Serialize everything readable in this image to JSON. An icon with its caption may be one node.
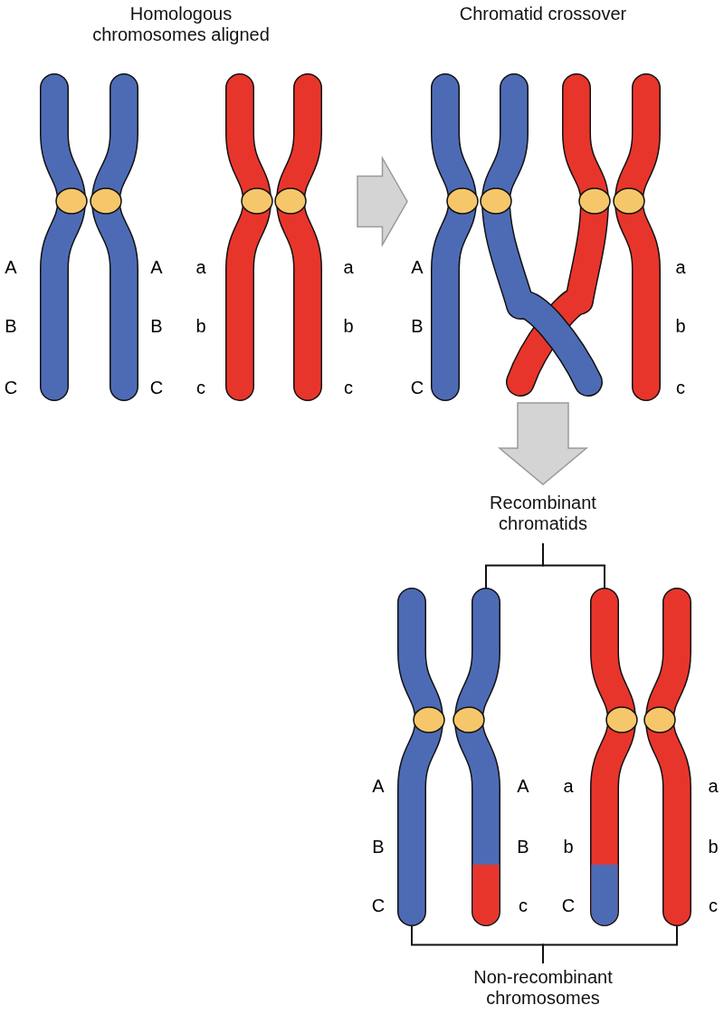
{
  "diagram": {
    "nodes": [
      {
        "text": [
          "Homologous chromosomes aligned"
        ]
      },
      {
        "text": [
          "Chromatid crossover"
        ]
      },
      {
        "text": [],
        "shape": "picture"
      },
      {
        "text": [
          "Recombinant chromatids"
        ],
        "in": 2
      },
      {
        "text": [
          "Non-recombinant chromosomes"
        ],
        "in": 2
      },
      {
        "text": [],
        "shape": "picture",
        "in": 2
      },
      {
        "text": [],
        "shape": "picture",
        "in": 2
      },
      {
        "text": [],
        "shape": "picture",
        "in": 2
      },
      {
        "text": [],
        "shape": "picture",
        "in": 2
      }
    ],
    "edges": [
      {
        "from": 0,
        "to": 1,
        "arrow": "to"
      },
      {
        "from": 1,
        "to": 2,
        "arrow": "to"
      },
      {
        "from": 3,
        "to": 6,
        "arrow": "none"
      },
      {
        "from": 3,
        "to": 7,
        "arrow": "none"
      },
      {
        "from": 4,
        "to": 5,
        "arrow": "none"
      },
      {
        "from": 4,
        "to": 8,
        "arrow": "none"
      }
    ],
    "labels": [
      "A",
      "B",
      "C",
      "A",
      "B",
      "C",
      "a",
      "b",
      "c",
      "a",
      "b",
      "c",
      "A",
      "B",
      "C",
      "a",
      "b",
      "c",
      "A",
      "B",
      "C",
      "A",
      "B",
      "c",
      "a",
      "b",
      "C",
      "a",
      "b",
      "c"
    ]
  }
}
